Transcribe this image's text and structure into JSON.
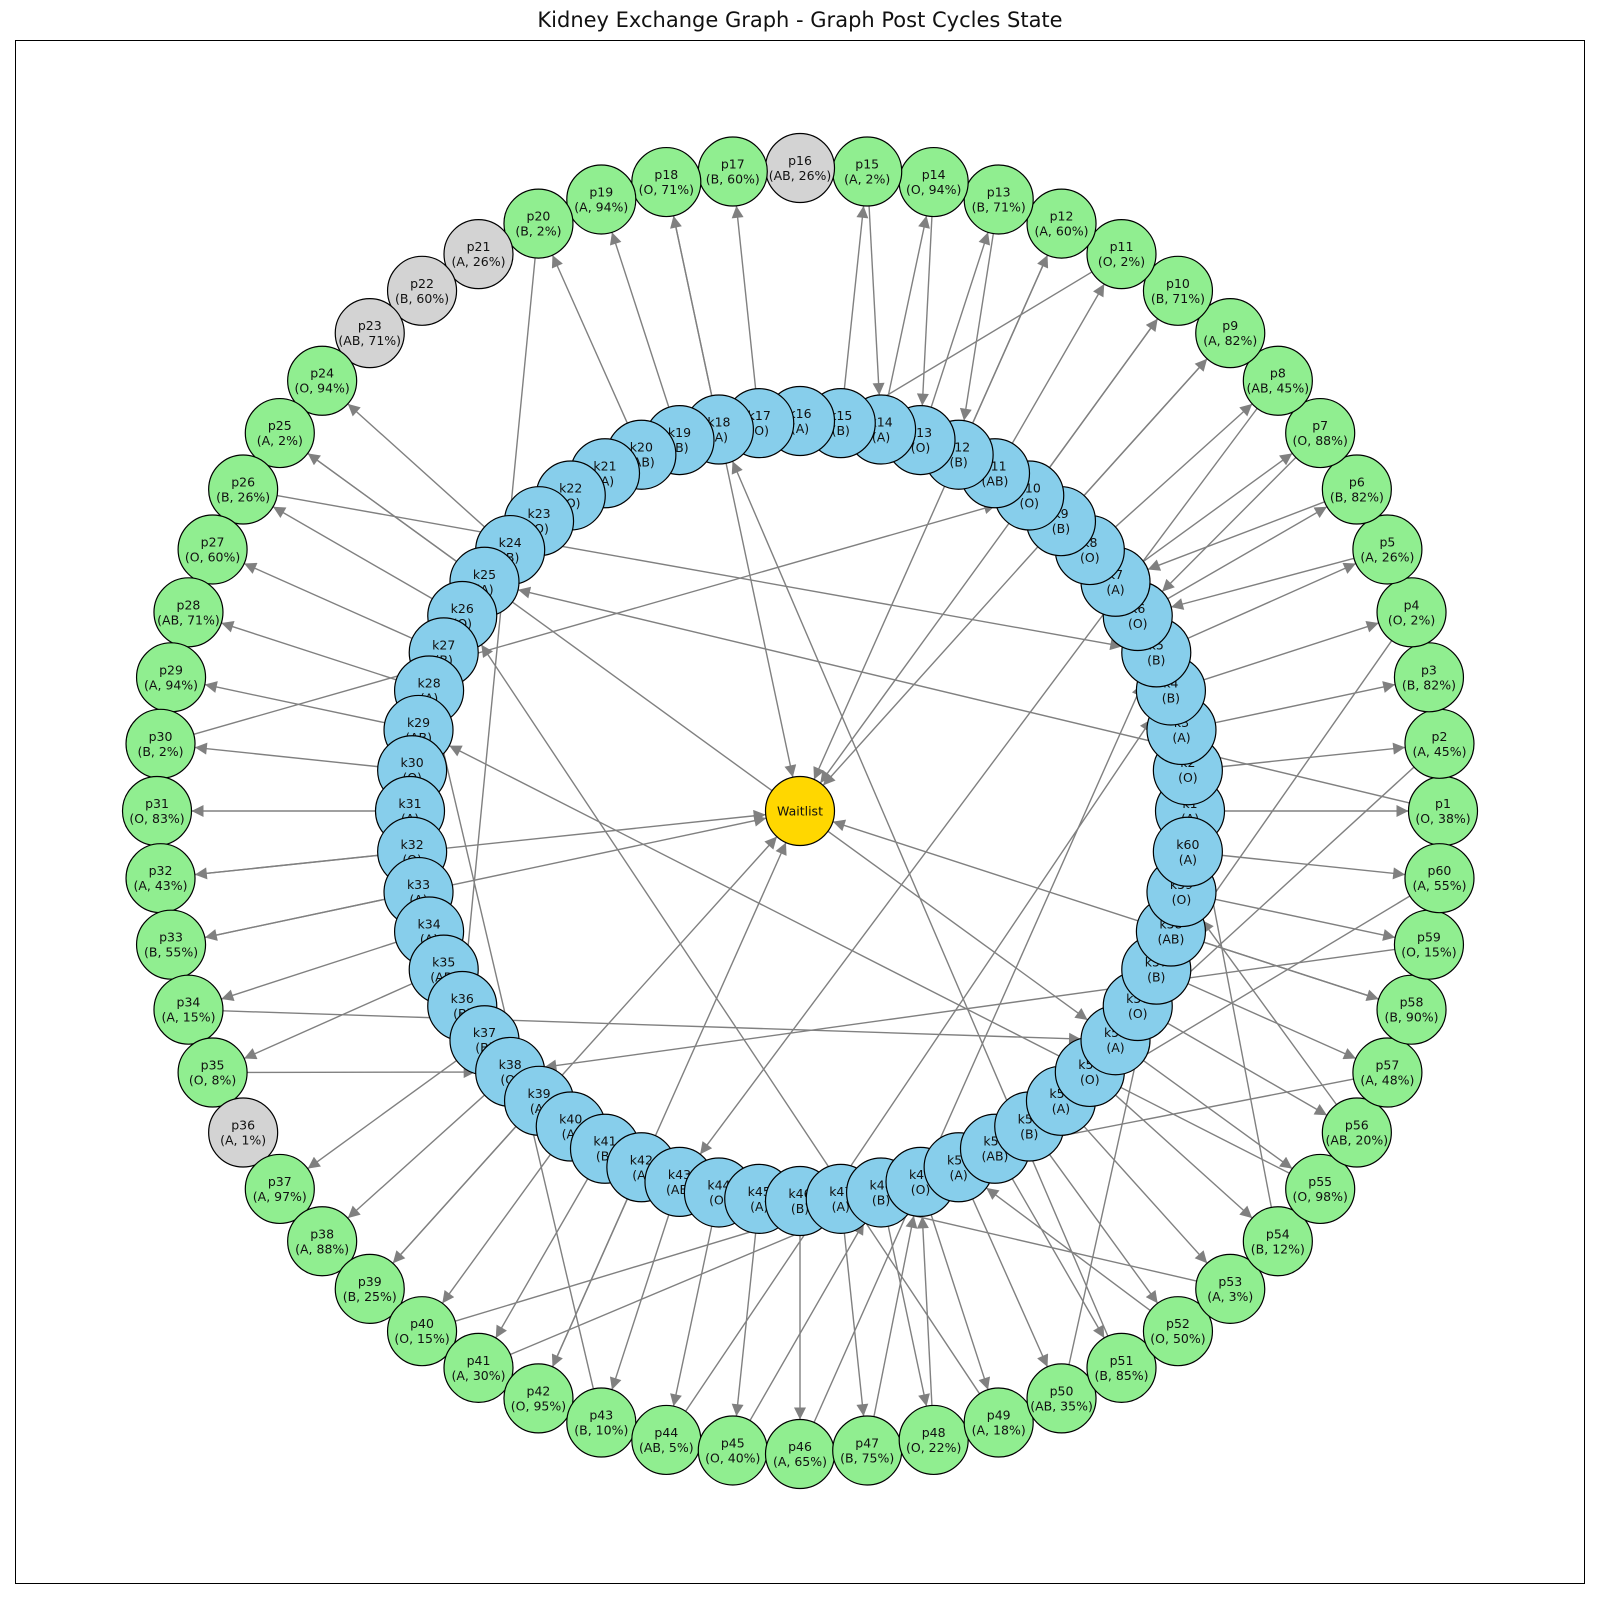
{
  "title": "Kidney Exchange Graph - Graph Post Cycles State",
  "colors": {
    "patient": "#90ee90",
    "patient_matched": "#d3d3d3",
    "donor": "#87ceeb",
    "waitlist": "#ffd700",
    "edge": "#808080",
    "outline": "#000000"
  },
  "waitlist": {
    "label": "Waitlist"
  },
  "patients": [
    {
      "id": "p1",
      "blood": "O",
      "pra": "38%",
      "matched": false
    },
    {
      "id": "p2",
      "blood": "A",
      "pra": "45%",
      "matched": false
    },
    {
      "id": "p3",
      "blood": "B",
      "pra": "82%",
      "matched": false
    },
    {
      "id": "p4",
      "blood": "O",
      "pra": "2%",
      "matched": false
    },
    {
      "id": "p5",
      "blood": "A",
      "pra": "26%",
      "matched": false
    },
    {
      "id": "p6",
      "blood": "B",
      "pra": "82%",
      "matched": false
    },
    {
      "id": "p7",
      "blood": "O",
      "pra": "88%",
      "matched": false
    },
    {
      "id": "p8",
      "blood": "AB",
      "pra": "45%",
      "matched": false
    },
    {
      "id": "p9",
      "blood": "A",
      "pra": "82%",
      "matched": false
    },
    {
      "id": "p10",
      "blood": "B",
      "pra": "71%",
      "matched": false
    },
    {
      "id": "p11",
      "blood": "O",
      "pra": "2%",
      "matched": false
    },
    {
      "id": "p12",
      "blood": "A",
      "pra": "60%",
      "matched": false
    },
    {
      "id": "p13",
      "blood": "B",
      "pra": "71%",
      "matched": false
    },
    {
      "id": "p14",
      "blood": "O",
      "pra": "94%",
      "matched": false
    },
    {
      "id": "p15",
      "blood": "A",
      "pra": "2%",
      "matched": false
    },
    {
      "id": "p16",
      "blood": "AB",
      "pra": "26%",
      "matched": true
    },
    {
      "id": "p17",
      "blood": "B",
      "pra": "60%",
      "matched": false
    },
    {
      "id": "p18",
      "blood": "O",
      "pra": "71%",
      "matched": false
    },
    {
      "id": "p19",
      "blood": "A",
      "pra": "94%",
      "matched": false
    },
    {
      "id": "p20",
      "blood": "B",
      "pra": "2%",
      "matched": false
    },
    {
      "id": "p21",
      "blood": "A",
      "pra": "26%",
      "matched": true
    },
    {
      "id": "p22",
      "blood": "B",
      "pra": "60%",
      "matched": true
    },
    {
      "id": "p23",
      "blood": "AB",
      "pra": "71%",
      "matched": true
    },
    {
      "id": "p24",
      "blood": "O",
      "pra": "94%",
      "matched": false
    },
    {
      "id": "p25",
      "blood": "A",
      "pra": "2%",
      "matched": false
    },
    {
      "id": "p26",
      "blood": "B",
      "pra": "26%",
      "matched": false
    },
    {
      "id": "p27",
      "blood": "O",
      "pra": "60%",
      "matched": false
    },
    {
      "id": "p28",
      "blood": "AB",
      "pra": "71%",
      "matched": false
    },
    {
      "id": "p29",
      "blood": "A",
      "pra": "94%",
      "matched": false
    },
    {
      "id": "p30",
      "blood": "B",
      "pra": "2%",
      "matched": false
    },
    {
      "id": "p31",
      "blood": "O",
      "pra": "83%",
      "matched": false
    },
    {
      "id": "p32",
      "blood": "A",
      "pra": "43%",
      "matched": false
    },
    {
      "id": "p33",
      "blood": "B",
      "pra": "55%",
      "matched": false
    },
    {
      "id": "p34",
      "blood": "A",
      "pra": "15%",
      "matched": false
    },
    {
      "id": "p35",
      "blood": "O",
      "pra": "8%",
      "matched": false
    },
    {
      "id": "p36",
      "blood": "A",
      "pra": "1%",
      "matched": true
    },
    {
      "id": "p37",
      "blood": "A",
      "pra": "97%",
      "matched": false
    },
    {
      "id": "p38",
      "blood": "A",
      "pra": "88%",
      "matched": false
    },
    {
      "id": "p39",
      "blood": "B",
      "pra": "25%",
      "matched": false
    },
    {
      "id": "p40",
      "blood": "O",
      "pra": "15%",
      "matched": false
    },
    {
      "id": "p41",
      "blood": "A",
      "pra": "30%",
      "matched": false
    },
    {
      "id": "p42",
      "blood": "O",
      "pra": "95%",
      "matched": false
    },
    {
      "id": "p43",
      "blood": "B",
      "pra": "10%",
      "matched": false
    },
    {
      "id": "p44",
      "blood": "AB",
      "pra": "5%",
      "matched": false
    },
    {
      "id": "p45",
      "blood": "O",
      "pra": "40%",
      "matched": false
    },
    {
      "id": "p46",
      "blood": "A",
      "pra": "65%",
      "matched": false
    },
    {
      "id": "p47",
      "blood": "B",
      "pra": "75%",
      "matched": false
    },
    {
      "id": "p48",
      "blood": "O",
      "pra": "22%",
      "matched": false
    },
    {
      "id": "p49",
      "blood": "A",
      "pra": "18%",
      "matched": false
    },
    {
      "id": "p50",
      "blood": "AB",
      "pra": "35%",
      "matched": false
    },
    {
      "id": "p51",
      "blood": "B",
      "pra": "85%",
      "matched": false
    },
    {
      "id": "p52",
      "blood": "O",
      "pra": "50%",
      "matched": false
    },
    {
      "id": "p53",
      "blood": "A",
      "pra": "3%",
      "matched": false
    },
    {
      "id": "p54",
      "blood": "B",
      "pra": "12%",
      "matched": false
    },
    {
      "id": "p55",
      "blood": "O",
      "pra": "98%",
      "matched": false
    },
    {
      "id": "p56",
      "blood": "AB",
      "pra": "20%",
      "matched": false
    },
    {
      "id": "p57",
      "blood": "A",
      "pra": "48%",
      "matched": false
    },
    {
      "id": "p58",
      "blood": "B",
      "pra": "90%",
      "matched": false
    },
    {
      "id": "p59",
      "blood": "O",
      "pra": "15%",
      "matched": false
    },
    {
      "id": "p60",
      "blood": "A",
      "pra": "55%",
      "matched": false
    }
  ],
  "donors": [
    {
      "id": "k1",
      "blood": "A"
    },
    {
      "id": "k2",
      "blood": "O"
    },
    {
      "id": "k3",
      "blood": "A"
    },
    {
      "id": "k4",
      "blood": "B"
    },
    {
      "id": "k5",
      "blood": "B"
    },
    {
      "id": "k6",
      "blood": "O"
    },
    {
      "id": "k7",
      "blood": "A"
    },
    {
      "id": "k8",
      "blood": "O"
    },
    {
      "id": "k9",
      "blood": "B"
    },
    {
      "id": "k10",
      "blood": "O"
    },
    {
      "id": "k11",
      "blood": "AB"
    },
    {
      "id": "k12",
      "blood": "B"
    },
    {
      "id": "k13",
      "blood": "O"
    },
    {
      "id": "k14",
      "blood": "A"
    },
    {
      "id": "k15",
      "blood": "B"
    },
    {
      "id": "k16",
      "blood": "A"
    },
    {
      "id": "k17",
      "blood": "O"
    },
    {
      "id": "k18",
      "blood": "A"
    },
    {
      "id": "k19",
      "blood": "B"
    },
    {
      "id": "k20",
      "blood": "AB"
    },
    {
      "id": "k21",
      "blood": "A"
    },
    {
      "id": "k22",
      "blood": "O"
    },
    {
      "id": "k23",
      "blood": "O"
    },
    {
      "id": "k24",
      "blood": "B"
    },
    {
      "id": "k25",
      "blood": "A"
    },
    {
      "id": "k26",
      "blood": "O"
    },
    {
      "id": "k27",
      "blood": "B"
    },
    {
      "id": "k28",
      "blood": "A"
    },
    {
      "id": "k29",
      "blood": "AB"
    },
    {
      "id": "k30",
      "blood": "O"
    },
    {
      "id": "k31",
      "blood": "A"
    },
    {
      "id": "k32",
      "blood": "O"
    },
    {
      "id": "k33",
      "blood": "A"
    },
    {
      "id": "k34",
      "blood": "A"
    },
    {
      "id": "k35",
      "blood": "AB"
    },
    {
      "id": "k36",
      "blood": "B"
    },
    {
      "id": "k37",
      "blood": "B"
    },
    {
      "id": "k38",
      "blood": "O"
    },
    {
      "id": "k39",
      "blood": "A"
    },
    {
      "id": "k40",
      "blood": "A"
    },
    {
      "id": "k41",
      "blood": "B"
    },
    {
      "id": "k42",
      "blood": "A"
    },
    {
      "id": "k43",
      "blood": "AB"
    },
    {
      "id": "k44",
      "blood": "O"
    },
    {
      "id": "k45",
      "blood": "A"
    },
    {
      "id": "k46",
      "blood": "B"
    },
    {
      "id": "k47",
      "blood": "A"
    },
    {
      "id": "k48",
      "blood": "B"
    },
    {
      "id": "k49",
      "blood": "O"
    },
    {
      "id": "k50",
      "blood": "A"
    },
    {
      "id": "k51",
      "blood": "AB"
    },
    {
      "id": "k52",
      "blood": "B"
    },
    {
      "id": "k53",
      "blood": "A"
    },
    {
      "id": "k54",
      "blood": "O"
    },
    {
      "id": "k55",
      "blood": "A"
    },
    {
      "id": "k56",
      "blood": "O"
    },
    {
      "id": "k57",
      "blood": "B"
    },
    {
      "id": "k58",
      "blood": "AB"
    },
    {
      "id": "k59",
      "blood": "O"
    },
    {
      "id": "k60",
      "blood": "A"
    }
  ],
  "edges": [
    [
      "k1",
      "p1"
    ],
    [
      "k2",
      "p2"
    ],
    [
      "k3",
      "p3"
    ],
    [
      "k4",
      "p4"
    ],
    [
      "k5",
      "p5"
    ],
    [
      "k6",
      "p6"
    ],
    [
      "k7",
      "p7"
    ],
    [
      "k8",
      "p8"
    ],
    [
      "k9",
      "p9"
    ],
    [
      "k10",
      "p10"
    ],
    [
      "k11",
      "p11"
    ],
    [
      "k12",
      "p12"
    ],
    [
      "k13",
      "p13"
    ],
    [
      "k14",
      "p14"
    ],
    [
      "k15",
      "p15"
    ],
    [
      "k17",
      "p17"
    ],
    [
      "k18",
      "p18"
    ],
    [
      "k19",
      "p19"
    ],
    [
      "k20",
      "p20"
    ],
    [
      "k24",
      "p24"
    ],
    [
      "k25",
      "p25"
    ],
    [
      "k26",
      "p26"
    ],
    [
      "k27",
      "p27"
    ],
    [
      "k28",
      "p28"
    ],
    [
      "k29",
      "p29"
    ],
    [
      "k30",
      "p30"
    ],
    [
      "k31",
      "p31"
    ],
    [
      "k32",
      "p32"
    ],
    [
      "k33",
      "p33"
    ],
    [
      "k34",
      "p34"
    ],
    [
      "k35",
      "p35"
    ],
    [
      "k37",
      "p37"
    ],
    [
      "k38",
      "p38"
    ],
    [
      "k39",
      "p39"
    ],
    [
      "k40",
      "p40"
    ],
    [
      "k41",
      "p41"
    ],
    [
      "k42",
      "p42"
    ],
    [
      "k43",
      "p43"
    ],
    [
      "k44",
      "p44"
    ],
    [
      "k45",
      "p45"
    ],
    [
      "k46",
      "p46"
    ],
    [
      "k47",
      "p47"
    ],
    [
      "k48",
      "p48"
    ],
    [
      "k49",
      "p49"
    ],
    [
      "k50",
      "p50"
    ],
    [
      "k51",
      "p51"
    ],
    [
      "k52",
      "p52"
    ],
    [
      "k53",
      "p53"
    ],
    [
      "k54",
      "p54"
    ],
    [
      "k55",
      "p55"
    ],
    [
      "k56",
      "p56"
    ],
    [
      "k57",
      "p57"
    ],
    [
      "k58",
      "p58"
    ],
    [
      "k59",
      "p59"
    ],
    [
      "k60",
      "p60"
    ],
    [
      "p7",
      "k6"
    ],
    [
      "p6",
      "k7"
    ],
    [
      "p5",
      "k6"
    ],
    [
      "p4",
      "k54"
    ],
    [
      "p2",
      "k55"
    ],
    [
      "p1",
      "k25"
    ],
    [
      "p26",
      "k5"
    ],
    [
      "p20",
      "k36"
    ],
    [
      "p18",
      "Waitlist"
    ],
    [
      "p15",
      "k14"
    ],
    [
      "p14",
      "k13"
    ],
    [
      "p13",
      "k12"
    ],
    [
      "p30",
      "k10"
    ],
    [
      "p11",
      "k15"
    ],
    [
      "p10",
      "Waitlist"
    ],
    [
      "p9",
      "Waitlist"
    ],
    [
      "p8",
      "k43"
    ],
    [
      "p60",
      "k50"
    ],
    [
      "p59",
      "k38"
    ],
    [
      "p58",
      "Waitlist"
    ],
    [
      "p57",
      "k51"
    ],
    [
      "p56",
      "k59"
    ],
    [
      "p55",
      "k29"
    ],
    [
      "p54",
      "k2"
    ],
    [
      "p53",
      "k47"
    ],
    [
      "p52",
      "k50"
    ],
    [
      "p51",
      "k18"
    ],
    [
      "p50",
      "k57"
    ],
    [
      "p49",
      "k26"
    ],
    [
      "p48",
      "k49"
    ],
    [
      "p47",
      "k49"
    ],
    [
      "p46",
      "k5"
    ],
    [
      "p45",
      "k48"
    ],
    [
      "p44",
      "k4"
    ],
    [
      "p43",
      "k28"
    ],
    [
      "p42",
      "Waitlist"
    ],
    [
      "p41",
      "k49"
    ],
    [
      "p40",
      "k48"
    ],
    [
      "p39",
      "Waitlist"
    ],
    [
      "p35",
      "k38"
    ],
    [
      "p34",
      "k55"
    ],
    [
      "p33",
      "Waitlist"
    ],
    [
      "p32",
      "Waitlist"
    ],
    [
      "p25",
      "k55"
    ],
    [
      "p12",
      "Waitlist"
    ]
  ]
}
